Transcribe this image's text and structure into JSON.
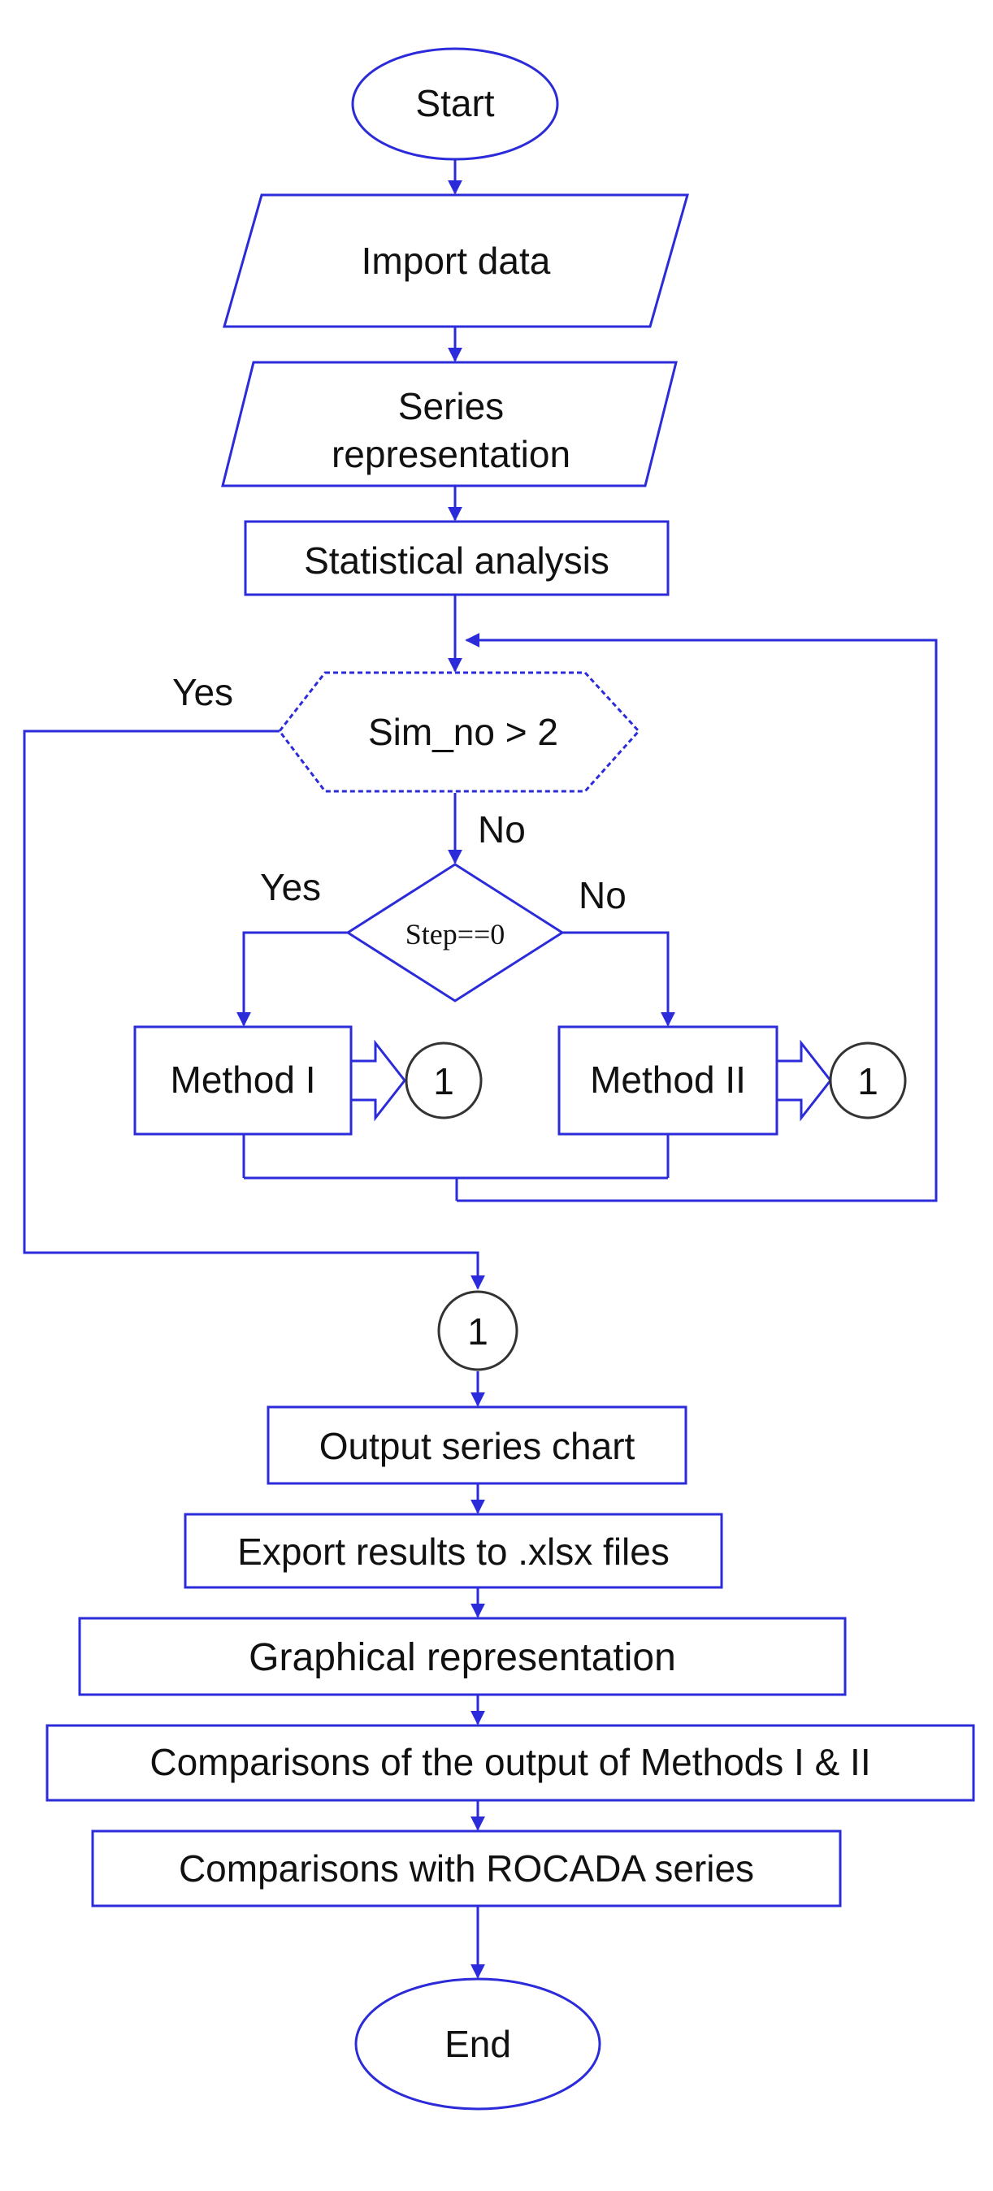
{
  "nodes": {
    "start": "Start",
    "import_data": "Import data",
    "series_rep_line1": "Series",
    "series_rep_line2": "representation",
    "statistical_analysis": "Statistical analysis",
    "decision_sim": "Sim_no > 2",
    "decision_step": "Step==0",
    "method_1": "Method I",
    "method_2": "Method II",
    "connector": "1",
    "output_chart": "Output series chart",
    "export_results": "Export results to .xlsx files",
    "graphical_rep": "Graphical representation",
    "comparisons_methods": "Comparisons of the output of Methods I & II",
    "comparisons_rocada": "Comparisons with ROCADA series",
    "end": "End"
  },
  "edge_labels": {
    "sim_yes": "Yes",
    "sim_no": "No",
    "step_yes": "Yes",
    "step_no": "No"
  },
  "colors": {
    "line": "#2b2bd9",
    "text": "#111111",
    "connector_stroke": "#333333"
  }
}
